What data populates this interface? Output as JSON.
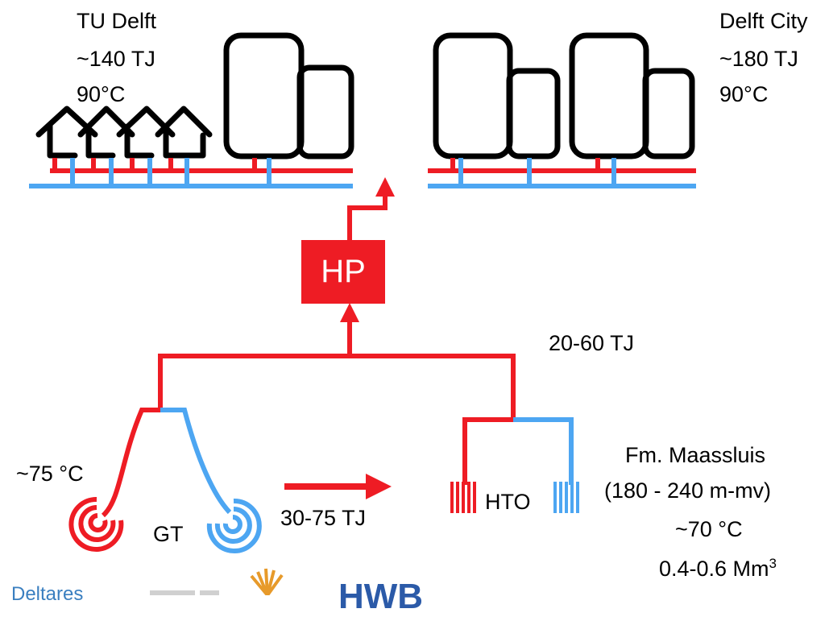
{
  "colors": {
    "hot": "#ee1c24",
    "cold": "#4da6f2",
    "outline": "#000000"
  },
  "labels": {
    "tu_delft_name": "TU Delft",
    "tu_delft_energy": "~140 TJ",
    "tu_delft_temp": "90°C",
    "delft_city_name": "Delft City",
    "delft_city_energy": "~180 TJ",
    "delft_city_temp": "90°C",
    "hp": "HP",
    "hp_energy": "20-60 TJ",
    "gt_temp": "~75 °C",
    "gt": "GT",
    "gt_energy": "30-75 TJ",
    "hto": "HTO",
    "formation_name": "Fm. Maassluis",
    "formation_depth": "(180 - 240 m-mv)",
    "hto_temp": "~70 °C",
    "hto_volume_value": "0.4-0.6 Mm",
    "hto_volume_exp": "3"
  },
  "logos": {
    "deltares": "Deltares",
    "hwb": "HWB"
  }
}
